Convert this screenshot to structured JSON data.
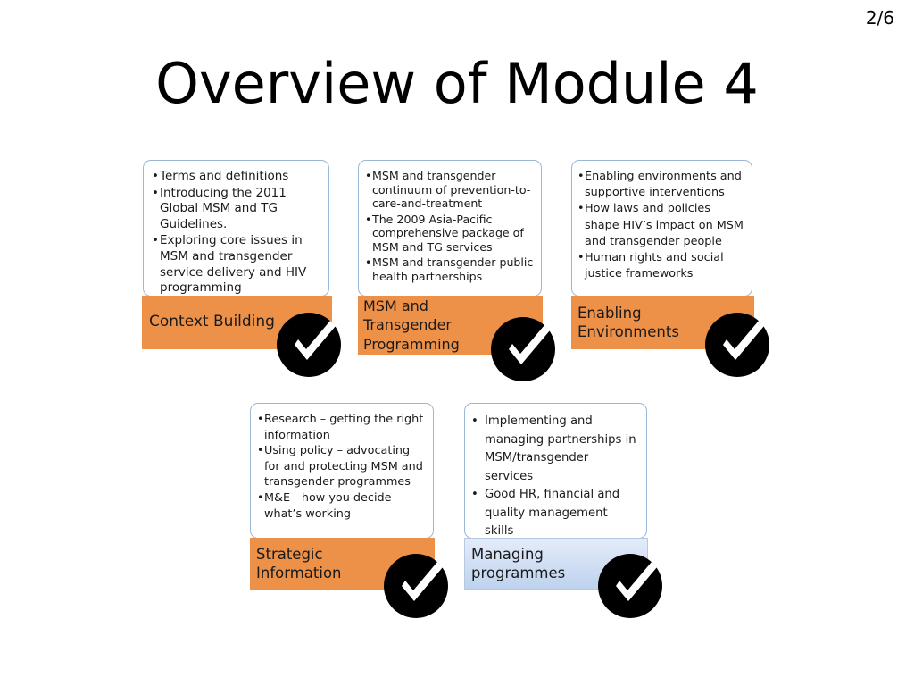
{
  "slide": {
    "page_number": "2/6",
    "title": "Overview of Module 4",
    "accent_orange": "#ED9149",
    "accent_blue": "#D3E0F4",
    "border_blue": "#9BB7D4",
    "badge_color": "#000000",
    "check_color": "#FFFFFF"
  },
  "cards": [
    {
      "id": "context-building",
      "label": "Context Building",
      "bar_color": "orange",
      "bullets": [
        "Terms and definitions",
        "Introducing the 2011 Global MSM and TG Guidelines.",
        "Exploring core issues in MSM and transgender service delivery and HIV programming"
      ]
    },
    {
      "id": "msm-and-transgender-programming",
      "label": "MSM and\nTransgender\nProgramming",
      "bar_color": "orange",
      "bullets": [
        "MSM and transgender continuum of prevention-to-care-and-treatment",
        "The 2009 Asia-Pacific comprehensive package of MSM and TG services",
        "MSM and transgender public health partnerships"
      ]
    },
    {
      "id": "enabling-environments",
      "label": "Enabling\nEnvironments",
      "bar_color": "orange",
      "bullets": [
        "Enabling environments and supportive interventions",
        "How laws and policies shape HIV’s impact on MSM and transgender people",
        " Human rights and social justice frameworks"
      ]
    },
    {
      "id": "strategic-information",
      "label": "Strategic\nInformation",
      "bar_color": "orange",
      "bullets": [
        "Research – getting the right information",
        "Using policy – advocating for and protecting MSM and transgender programmes",
        "M&E - how you decide what’s working"
      ]
    },
    {
      "id": "managing-programmes",
      "label": "Managing\nprogrammes",
      "bar_color": "blue",
      "bullets": [
        "Implementing and managing partnerships in MSM/transgender services",
        "Good HR, financial and quality management skills"
      ]
    }
  ],
  "icons": {
    "bullet_glyph": "•",
    "check_badge": "check-badge-icon"
  }
}
